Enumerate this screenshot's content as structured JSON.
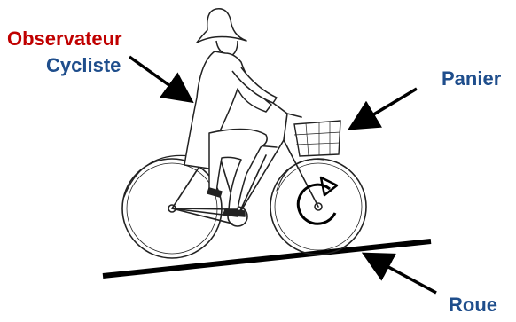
{
  "labels": {
    "observateur": {
      "text": "Observateur",
      "color": "#c00000"
    },
    "cycliste": {
      "text": "Cycliste",
      "color": "#1f4e8c"
    },
    "panier": {
      "text": "Panier",
      "color": "#1f4e8c"
    },
    "roue": {
      "text": "Roue",
      "color": "#1f4e8c"
    }
  },
  "figure": {
    "illustration": "cyclist-riding-bicycle-uphill",
    "wheel_marker": "rotation-arrow-icon",
    "arrow_color": "#000000"
  }
}
